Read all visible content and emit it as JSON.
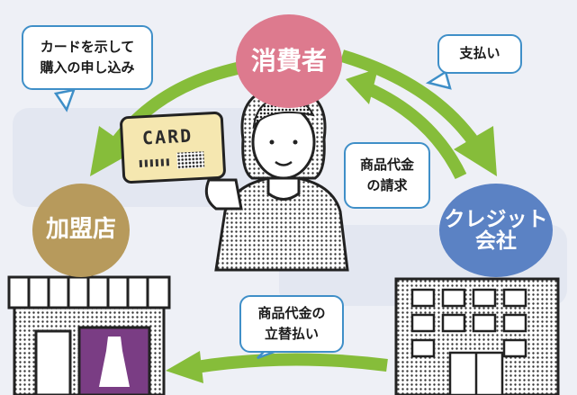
{
  "nodes": {
    "consumer": {
      "label": "消費者",
      "color": "#dd7a8e"
    },
    "merchant": {
      "label": "加盟店",
      "color": "#b79a5c"
    },
    "credit_company": {
      "label_line1": "クレジット",
      "label_line2": "会社",
      "color": "#5b82c4"
    }
  },
  "bubbles": {
    "present_card": {
      "line1": "カードを示して",
      "line2": "購入の申し込み"
    },
    "payment": {
      "line1": "支払い"
    },
    "billing": {
      "line1": "商品代金",
      "line2": "の請求"
    },
    "advance_payment": {
      "line1": "商品代金の",
      "line2": "立替払い"
    }
  },
  "card": {
    "text": "CARD",
    "color": "#f5e7b0"
  },
  "colors": {
    "arrow": "#86bd3a",
    "bubble_border": "#3f8fc8",
    "background": "#eef0f6"
  }
}
